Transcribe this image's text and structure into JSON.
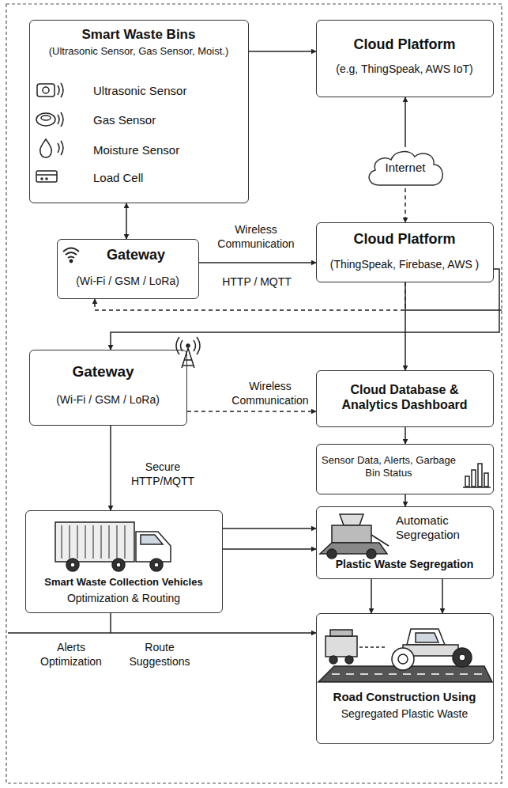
{
  "diagram": {
    "nodes": [
      {
        "text": [
          "Smart Waste Bins",
          "(Ultrasonic Sensor, Gas Sensor, Moist.)",
          "Ultrasonic Sensor",
          "Gas Sensor",
          "Moisture Sensor",
          "Load Cell"
        ]
      },
      {
        "text": [
          "Cloud Platform",
          "(e.g, ThingSpeak, AWS IoT)"
        ]
      },
      {
        "text": [
          "Internet"
        ]
      },
      {
        "text": [
          "Gateway",
          "(Wi-Fi / GSM / LoRa)"
        ]
      },
      {
        "text": [
          "Cloud Platform",
          "(ThingSpeak, Firebase, AWS )"
        ]
      },
      {
        "text": [
          "Gateway",
          "(Wi-Fi / GSM / LoRa)"
        ]
      },
      {
        "text": [
          "Cloud Database & Analytics Dashboard"
        ]
      },
      {
        "text": [
          "Sensor Data, Alerts, Garbage Bin Status"
        ]
      },
      {
        "text": [
          "Smart Waste Collection Vehicles",
          "Optimization & Routing"
        ]
      },
      {
        "text": [
          "Automatic Segregation",
          "Plastic Waste Segregation"
        ]
      },
      {
        "text": [
          "Road Construction Using",
          "Segregated Plastic Waste"
        ]
      }
    ],
    "edges": [
      {
        "from": 0,
        "to": 1,
        "arrow": "to"
      },
      {
        "from": 0,
        "to": 3,
        "arrow": "both"
      },
      {
        "from": 2,
        "to": 1,
        "arrow": "to"
      },
      {
        "from": 2,
        "to": 4,
        "arrow": "to"
      },
      {
        "from": 3,
        "to": 4,
        "label": "Wireless Communication",
        "arrow": "to"
      },
      {
        "from": 4,
        "to": 3,
        "arrow": "to"
      },
      {
        "from": 4,
        "to": 6,
        "arrow": "to"
      },
      {
        "from": 4,
        "to": 5,
        "arrow": "to"
      },
      {
        "from": 5,
        "to": 6,
        "label": "Wireless Communication",
        "arrow": "to"
      },
      {
        "from": 5,
        "to": 8,
        "label": "Secure HTTP/MQTT",
        "arrow": "to"
      },
      {
        "from": 6,
        "to": 7,
        "arrow": "to"
      },
      {
        "from": 7,
        "to": 9,
        "arrow": "to"
      },
      {
        "from": 8,
        "to": 9,
        "arrow": "to"
      },
      {
        "from": 8,
        "to": 9,
        "arrow": "to"
      },
      {
        "from": 9,
        "to": 10,
        "arrow": "to"
      },
      {
        "from": 9,
        "to": 10,
        "arrow": "to"
      },
      {
        "from": 8,
        "to": 10,
        "arrow": "to"
      }
    ],
    "labels": [
      "HTTP / MQTT",
      "Alerts Optimization",
      "Route Suggestions"
    ]
  }
}
